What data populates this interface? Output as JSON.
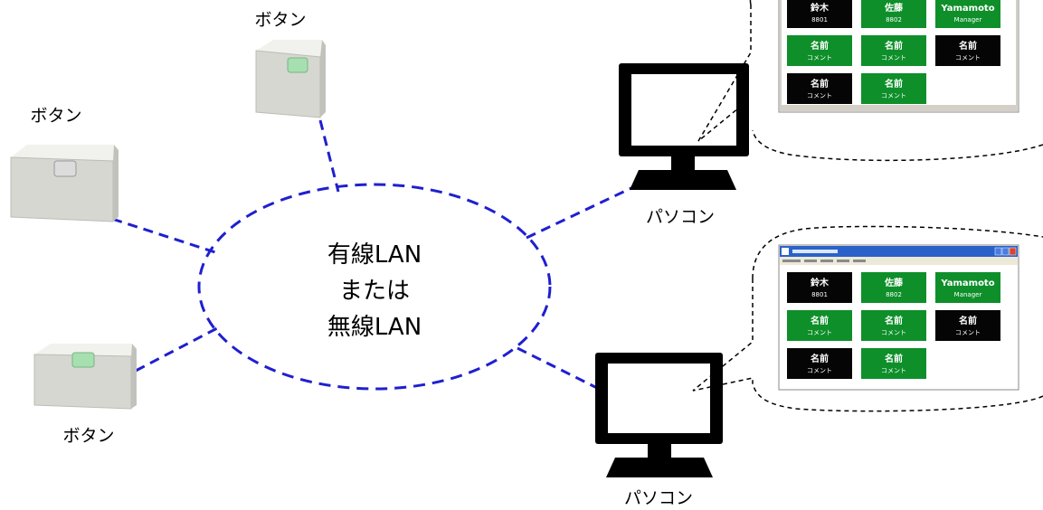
{
  "network": {
    "line1": "有線LAN",
    "line2": "または",
    "line3": "無線LAN"
  },
  "buttons": [
    {
      "label": "ボタン"
    },
    {
      "label": "ボタン"
    },
    {
      "label": "ボタン"
    }
  ],
  "computers": [
    {
      "label": "パソコン"
    },
    {
      "label": "パソコン"
    }
  ],
  "screens": [
    {
      "cells": [
        {
          "name": "鈴木",
          "sub": "8801",
          "status": "black"
        },
        {
          "name": "佐藤",
          "sub": "8802",
          "status": "green"
        },
        {
          "name": "Yamamoto",
          "sub": "Manager",
          "status": "green"
        },
        {
          "name": "名前",
          "sub": "コメント",
          "status": "green"
        },
        {
          "name": "名前",
          "sub": "コメント",
          "status": "green"
        },
        {
          "name": "名前",
          "sub": "コメント",
          "status": "black"
        },
        {
          "name": "名前",
          "sub": "コメント",
          "status": "black"
        },
        {
          "name": "名前",
          "sub": "コメント",
          "status": "green"
        }
      ]
    },
    {
      "cells": [
        {
          "name": "鈴木",
          "sub": "8801",
          "status": "black"
        },
        {
          "name": "佐藤",
          "sub": "8802",
          "status": "green"
        },
        {
          "name": "Yamamoto",
          "sub": "Manager",
          "status": "green"
        },
        {
          "name": "名前",
          "sub": "コメント",
          "status": "green"
        },
        {
          "name": "名前",
          "sub": "コメント",
          "status": "green"
        },
        {
          "name": "名前",
          "sub": "コメント",
          "status": "black"
        },
        {
          "name": "名前",
          "sub": "コメント",
          "status": "black"
        },
        {
          "name": "名前",
          "sub": "コメント",
          "status": "green"
        }
      ]
    }
  ],
  "colors": {
    "link": "#1f1fd0",
    "green": "#0e8f2a",
    "black": "#050505",
    "titlebar": "#2a62c9",
    "button_body": "#e2e2de",
    "button_key_green": "#a6dfb0",
    "button_key_gray": "#d6d6d6"
  }
}
